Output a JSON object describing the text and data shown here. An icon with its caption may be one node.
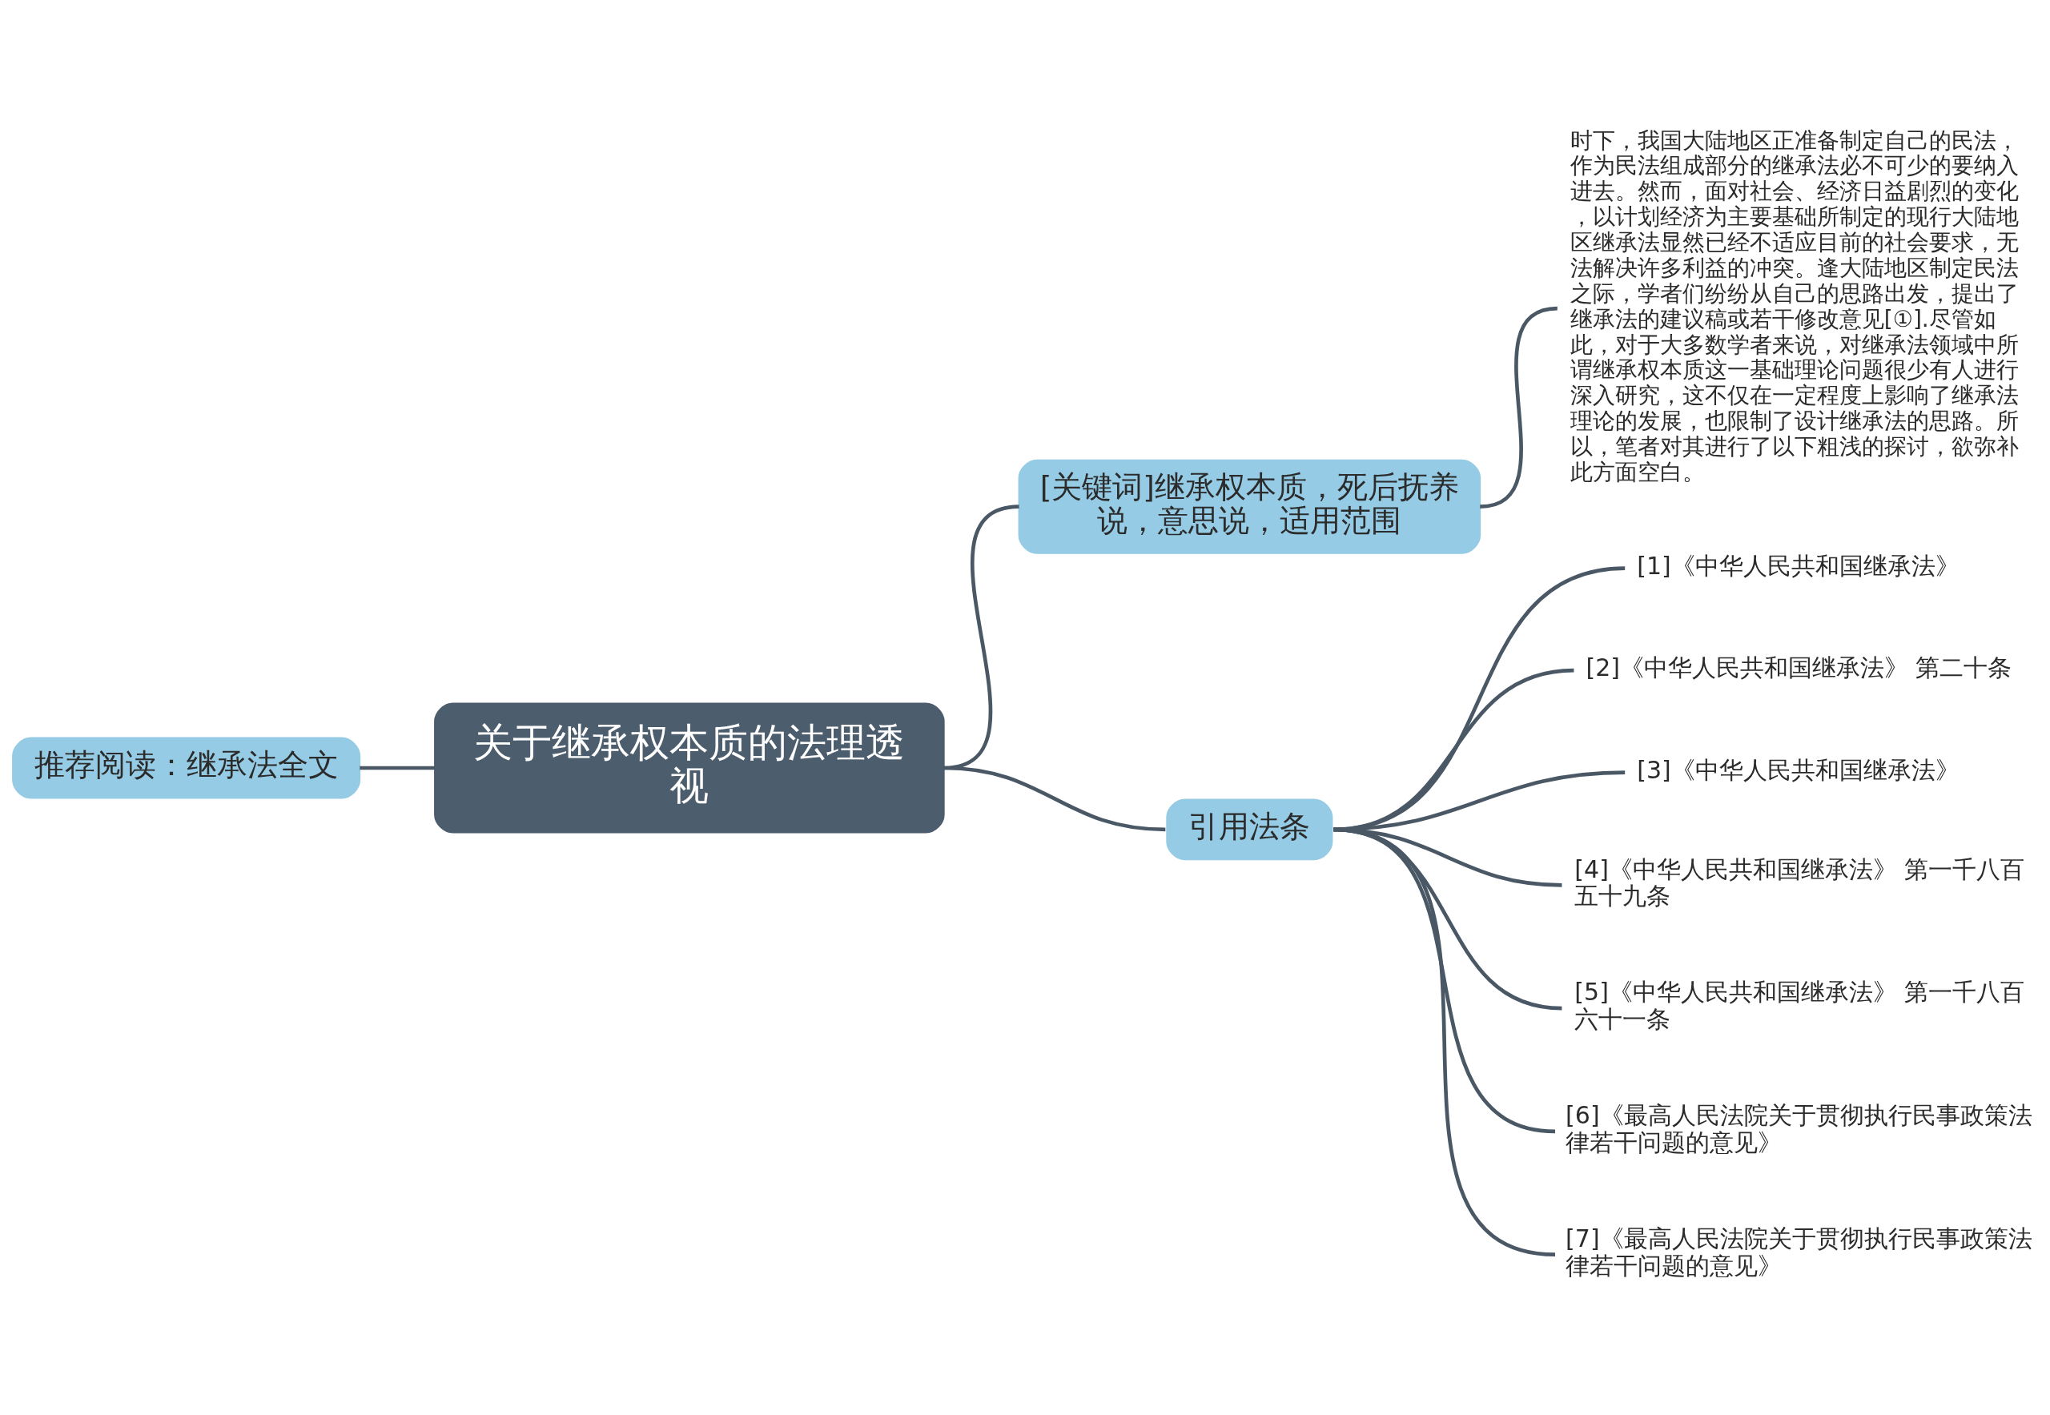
{
  "diagram": {
    "nodes": [
      {
        "text": [
          "推荐阅读：继承法全文"
        ]
      },
      {
        "text": [
          "关于继承权本质的法理透视"
        ]
      },
      {
        "text": [
          "[关键词]继承权本质，死后抚养说，意思说，适用范围"
        ]
      },
      {
        "text": [
          "时下，我国大陆地区正准备制定自己的民法，作为民法组成部分的继承法必不可少的要纳入进去。然而，面对社会、经济日益剧烈的变化，以计划经济为主要基础所制定的现行大陆地区继承法显然已经不适应目前的社会要求，无法解决许多利益的冲突。逢大陆地区制定民法之际，学者们纷纷从自己的思路出发，提出了继承法的建议稿或若干修改意见[①].尽管如此，对于大多数学者来说，对继承法领域中所谓继承权本质这一基础理论问题很少有人进行深入研究，这不仅在一定程度上影响了继承法理论的发展，也限制了设计继承法的思路。所以，笔者对其进行了以下粗浅的探讨，欲弥补此方面空白。"
        ]
      },
      {
        "text": [
          "引用法条"
        ]
      },
      {
        "text": [
          "[1]《中华人民共和国继承法》"
        ]
      },
      {
        "text": [
          "[2]《中华人民共和国继承法》 第二十条"
        ]
      },
      {
        "text": [
          "[3]《中华人民共和国继承法》"
        ]
      },
      {
        "text": [
          "[4]《中华人民共和国继承法》 第一千八百五十九条"
        ]
      },
      {
        "text": [
          "[5]《中华人民共和国继承法》 第一千八百六十一条"
        ]
      },
      {
        "text": [
          "[6]《最高人民法院关于贯彻执行民事政策法律若干问题的意见》"
        ]
      },
      {
        "text": [
          "[7]《最高人民法院关于贯彻执行民事政策法律若干问题的意见》"
        ]
      }
    ],
    "edges": [
      {
        "from": 0,
        "to": 1,
        "arrow": "none"
      },
      {
        "from": 1,
        "to": 2,
        "arrow": "none"
      },
      {
        "from": 2,
        "to": 3,
        "arrow": "none"
      },
      {
        "from": 1,
        "to": 4,
        "arrow": "none"
      },
      {
        "from": 4,
        "to": 5,
        "arrow": "none"
      },
      {
        "from": 4,
        "to": 6,
        "arrow": "none"
      },
      {
        "from": 4,
        "to": 7,
        "arrow": "none"
      },
      {
        "from": 4,
        "to": 8,
        "arrow": "none"
      },
      {
        "from": 4,
        "to": 9,
        "arrow": "none"
      },
      {
        "from": 4,
        "to": 10,
        "arrow": "none"
      },
      {
        "from": 4,
        "to": 11,
        "arrow": "none"
      }
    ]
  }
}
